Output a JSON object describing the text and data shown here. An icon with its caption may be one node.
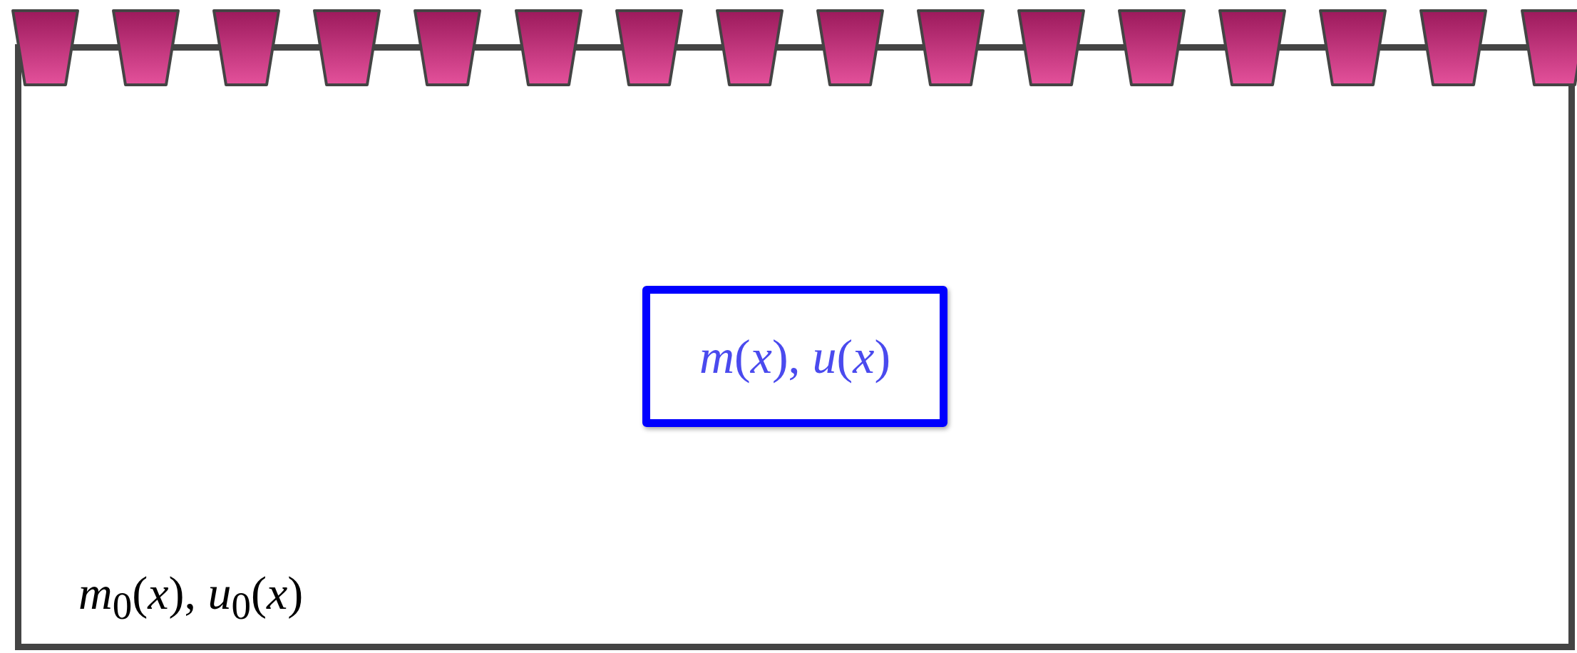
{
  "diagram": {
    "nodes": [
      {
        "text": [
          "*m*$_{0}$(*x*), *u*$_{0}$(*x*)"
        ]
      },
      {
        "text": [
          "*m*(*x*), *u*(*x*)"
        ],
        "in": 0
      },
      {
        "text": [],
        "shape": "trapezoid"
      },
      {
        "text": [],
        "shape": "trapezoid"
      },
      {
        "text": [],
        "shape": "trapezoid"
      },
      {
        "text": [],
        "shape": "trapezoid"
      },
      {
        "text": [],
        "shape": "trapezoid"
      },
      {
        "text": [],
        "shape": "trapezoid"
      },
      {
        "text": [],
        "shape": "trapezoid"
      },
      {
        "text": [],
        "shape": "trapezoid"
      },
      {
        "text": [],
        "shape": "trapezoid"
      },
      {
        "text": [],
        "shape": "trapezoid"
      },
      {
        "text": [],
        "shape": "trapezoid"
      },
      {
        "text": [],
        "shape": "trapezoid"
      },
      {
        "text": [],
        "shape": "trapezoid"
      },
      {
        "text": [],
        "shape": "trapezoid"
      },
      {
        "text": [],
        "shape": "trapezoid"
      },
      {
        "text": [],
        "shape": "trapezoid"
      }
    ]
  }
}
